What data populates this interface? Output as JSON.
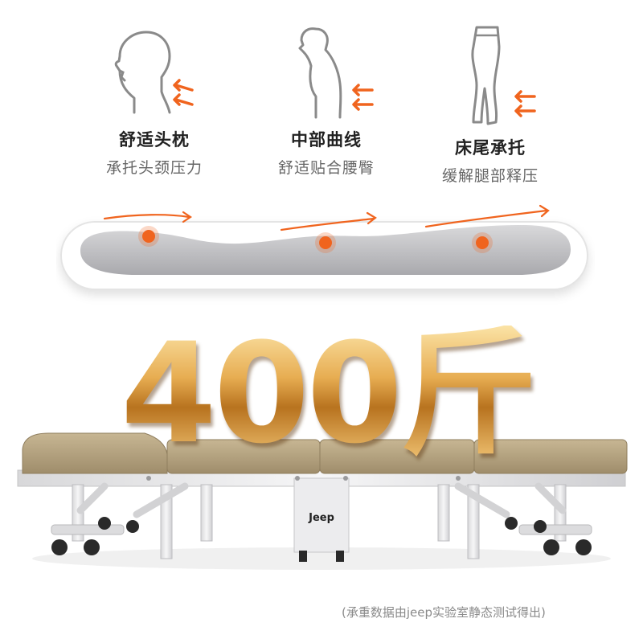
{
  "features": [
    {
      "title": "舒适头枕",
      "subtitle": "承托头颈压力",
      "icon": "head-neck-icon"
    },
    {
      "title": "中部曲线",
      "subtitle": "舒适贴合腰臀",
      "icon": "waist-icon"
    },
    {
      "title": "床尾承托",
      "subtitle": "缓解腿部释压",
      "icon": "legs-icon"
    }
  ],
  "capacity": {
    "text": "400斤"
  },
  "brand": {
    "logo": "Jeep"
  },
  "footnote": "(承重数据由jeep实验室静态测试得出)",
  "colors": {
    "accent": "#f0641e",
    "gold": "#e7ad52",
    "cushion": "#b8a684",
    "frame": "#e9e9ea"
  }
}
